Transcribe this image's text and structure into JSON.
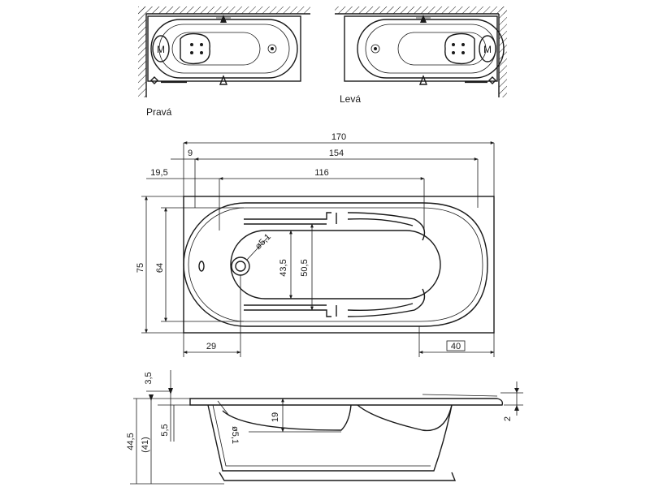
{
  "top_views": {
    "right_label": "Pravá",
    "left_label": "Levá",
    "motor_letter": "M"
  },
  "plan_view": {
    "dims": {
      "overall_length": "170",
      "inner_length": "154",
      "basin_length": "116",
      "offset_small": "9",
      "offset_edge": "19,5",
      "overall_width": "75",
      "inner_width": "64",
      "basin_width_a": "43,5",
      "basin_width_b": "50,5",
      "drain_dia": "ø5,1",
      "drain_pos": "29",
      "right_rim": "40"
    }
  },
  "side_view": {
    "dims": {
      "rim_top": "3,5",
      "rim_inner": "5,5",
      "total_height": "44,5",
      "height_bracket": "(41)",
      "depth": "19",
      "drain_dia": "ø5,1",
      "rim_right": "2"
    }
  }
}
